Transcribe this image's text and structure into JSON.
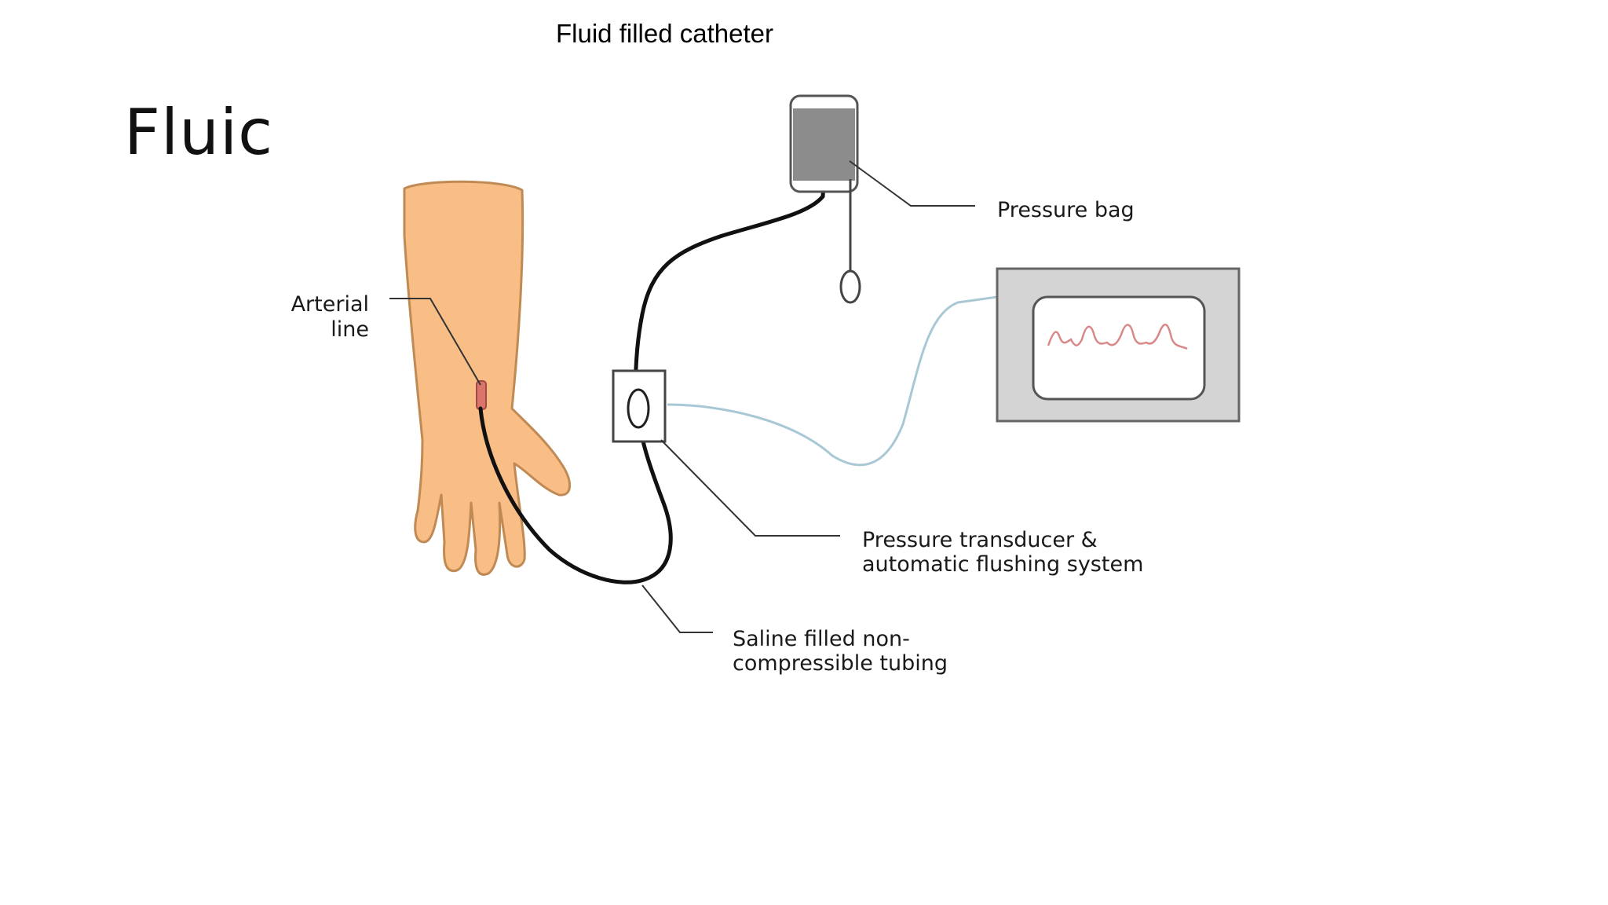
{
  "slide": {
    "caption": "Fluid filled catheter",
    "title": "Fluic"
  },
  "diagram": {
    "labels": {
      "arterial_line_1": "Arterial",
      "arterial_line_2": "line",
      "pressure_bag": "Pressure bag",
      "transducer_1": "Pressure transducer &",
      "transducer_2": "automatic flushing system",
      "tubing_1": "Saline filled non-",
      "tubing_2": "compressible tubing"
    },
    "colors": {
      "skin": "#f9bd86",
      "skin_outline": "#c08a55",
      "catheter_site": "#d9756b",
      "bag_fill": "#8c8c8c",
      "tubing": "#111111",
      "monitor_frame": "#d4d4d4",
      "signal_cable": "#a9c8d6",
      "waveform": "#d98888"
    }
  }
}
